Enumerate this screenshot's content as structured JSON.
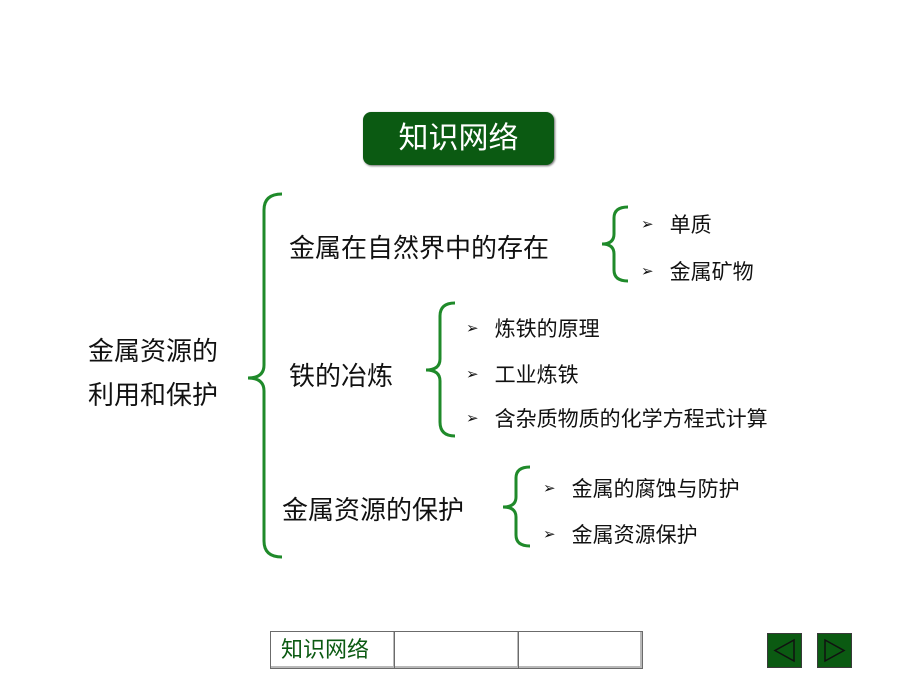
{
  "title": "知识网络",
  "root": {
    "line1": "金属资源的",
    "line2": "利用和保护"
  },
  "branches": [
    {
      "label": "金属在自然界中的存在",
      "items": [
        "单质",
        "金属矿物"
      ]
    },
    {
      "label": "铁的冶炼",
      "items": [
        "炼铁的原理",
        "工业炼铁",
        "含杂质物质的化学方程式计算"
      ]
    },
    {
      "label": "金属资源的保护",
      "items": [
        "金属的腐蚀与防护",
        "金属资源保护"
      ]
    }
  ],
  "bullet_glyph": "➢",
  "nav": {
    "tab1": "知识网络",
    "tab2": "",
    "tab3": ""
  },
  "icons": {
    "prev": "prev-arrow-icon",
    "next": "next-arrow-icon"
  },
  "colors": {
    "accent": "#0b5a12",
    "brace": "#1f8a2a"
  }
}
